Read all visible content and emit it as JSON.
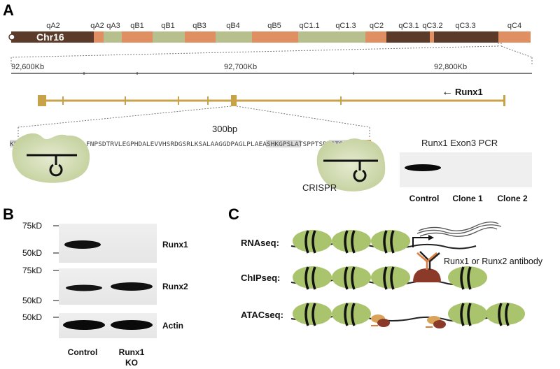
{
  "panels": {
    "a": "A",
    "b": "B",
    "c": "C"
  },
  "chromosome": {
    "name": "Chr16",
    "bands": [
      {
        "label": "qA2",
        "color": "#5b3a29"
      },
      {
        "label": "qA2",
        "color": "#e08f63"
      },
      {
        "label": "qA3",
        "color": "#b7c08c"
      },
      {
        "label": "qB1",
        "color": "#e08f63"
      },
      {
        "label": "qB1",
        "color": "#b7c08c"
      },
      {
        "label": "qB3",
        "color": "#e08f63"
      },
      {
        "label": "qB4",
        "color": "#b7c08c"
      },
      {
        "label": "qB5",
        "color": "#e08f63"
      },
      {
        "label": "qC1.1",
        "color": "#b7c08c"
      },
      {
        "label": "qC1.3",
        "color": "#b7c08c"
      },
      {
        "label": "qC2",
        "color": "#e08f63"
      },
      {
        "label": "qC3.1",
        "color": "#5b3a29"
      },
      {
        "label": "qC3.2",
        "color": "#5b3a29"
      },
      {
        "label": "qC3.3",
        "color": "#5b3a29"
      },
      {
        "label": "qC4",
        "color": "#e08f63"
      }
    ]
  },
  "scale": {
    "ticks": [
      "92,600Kb",
      "92,700Kb",
      "92,800Kb"
    ]
  },
  "gene": {
    "name": "Runx1",
    "arrow": "←",
    "exon_size": "300bp",
    "color": "#c8a24a"
  },
  "sequence": {
    "text": "KEATPLTENCRHTREVSCLFNPSDTRVLEGPHDALEVVHSRDGSRLKSALAAGGDPAGLPLAEASHKGPSLATSPPTSRRSTSADVPIRN",
    "highlight_color": "#d9d9d9"
  },
  "crispr_label": "CRISPR",
  "pcr": {
    "title": "Runx1 Exon3 PCR",
    "lanes": [
      "Control",
      "Clone 1",
      "Clone 2"
    ],
    "band_present": [
      1,
      0,
      0
    ]
  },
  "western": {
    "markers": {
      "runx1": [
        "75kD",
        "50kD"
      ],
      "runx2": [
        "75kD",
        "50kD"
      ],
      "actin": [
        "50kD"
      ]
    },
    "proteins": [
      "Runx1",
      "Runx2",
      "Actin"
    ],
    "lanes": [
      "Control",
      "Runx1",
      "KO"
    ],
    "band_intensity": {
      "Runx1": [
        1,
        0
      ],
      "Runx2": [
        0.8,
        1
      ],
      "Actin": [
        1,
        1
      ]
    }
  },
  "assays": {
    "labels": [
      "RNAseq:",
      "ChIPseq:",
      "ATACseq:"
    ],
    "antibody_label": "Runx1 or Runx2 antibody"
  },
  "colors": {
    "nucleosome": "#a9c46c",
    "factor": "#8b3a2a",
    "accent_orange": "#e07b39"
  }
}
